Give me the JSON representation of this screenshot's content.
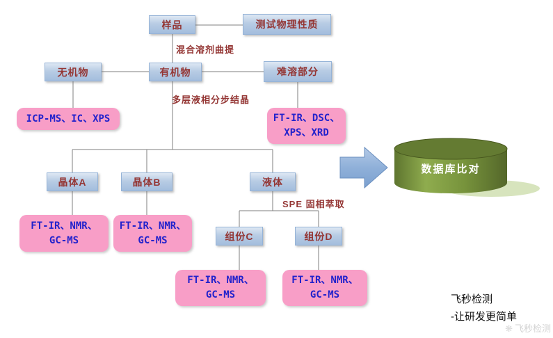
{
  "colors": {
    "node_fill": "#b8cce4",
    "node_border": "#95b3d7",
    "node_text": "#943634",
    "method_fill": "#f89ec7",
    "method_text": "#2222cc",
    "edge_label_text": "#943634",
    "arrow_fill": "#8fb0d9",
    "cylinder_body": "#77933c",
    "cylinder_top": "#647b32",
    "cylinder_shadow": "#d7e4bd",
    "connector": "#7f7f7f"
  },
  "nodes": {
    "sample": "样品",
    "physical_test": "测试物理性质",
    "inorganic": "无机物",
    "organic": "有机物",
    "insoluble": "难溶部分",
    "crystal_a": "晶体A",
    "crystal_b": "晶体B",
    "liquid": "液体",
    "component_c": "组份C",
    "component_d": "组份D",
    "database": "数据库比对"
  },
  "methods": {
    "inorganic": [
      "ICP-MS、IC、XPS"
    ],
    "insoluble": [
      "FT-IR、DSC、",
      "XPS、XRD"
    ],
    "crystal_a": [
      "FT-IR、NMR、",
      "GC-MS"
    ],
    "crystal_b": [
      "FT-IR、NMR、",
      "GC-MS"
    ],
    "component_c": [
      "FT-IR、NMR、",
      "GC-MS"
    ],
    "component_d": [
      "FT-IR、NMR、",
      "GC-MS"
    ]
  },
  "edge_labels": {
    "extraction": "混合溶剂曲提",
    "crystallization": "多层液相分步结晶",
    "spe": "SPE 固相萃取"
  },
  "footer": {
    "line1": "飞秒检测",
    "line2": "-让研发更简单"
  },
  "watermark": "飞秒检测"
}
